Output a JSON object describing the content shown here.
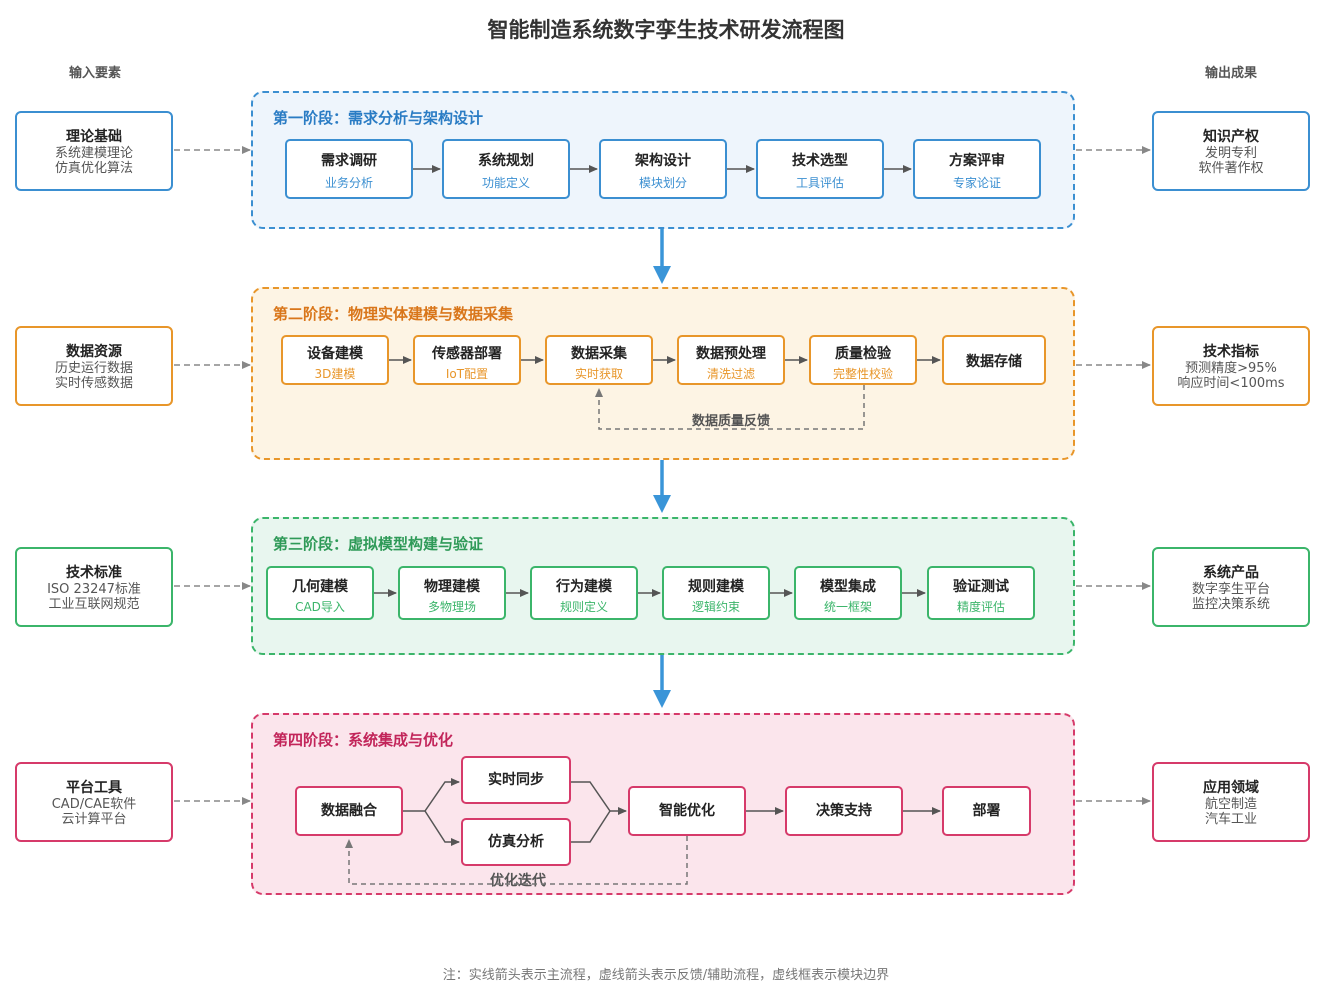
{
  "title": "智能制造系统数字孪生技术研发流程图",
  "input_header": "输入要素",
  "output_header": "输出成果",
  "inputs": [
    {
      "title": "理论基础",
      "lines": [
        "系统建模理论",
        "仿真优化算法"
      ]
    },
    {
      "title": "数据资源",
      "lines": [
        "历史运行数据",
        "实时传感数据"
      ]
    },
    {
      "title": "技术标准",
      "lines": [
        "ISO 23247标准",
        "工业互联网规范"
      ]
    },
    {
      "title": "平台工具",
      "lines": [
        "CAD/CAE软件",
        "云计算平台"
      ]
    }
  ],
  "outputs": [
    {
      "title": "知识产权",
      "lines": [
        "发明专利",
        "软件著作权"
      ]
    },
    {
      "title": "技术指标",
      "lines": [
        "预测精度>95%",
        "响应时间<100ms"
      ]
    },
    {
      "title": "系统产品",
      "lines": [
        "数字孪生平台",
        "监控决策系统"
      ]
    },
    {
      "title": "应用领域",
      "lines": [
        "航空制造",
        "汽车工业"
      ]
    }
  ],
  "stages": [
    {
      "title": "第一阶段：需求分析与架构设计",
      "color": "#3b8fd1",
      "bg": "#eef5fc",
      "nodes": [
        {
          "title": "需求调研",
          "sub": "业务分析"
        },
        {
          "title": "系统规划",
          "sub": "功能定义"
        },
        {
          "title": "架构设计",
          "sub": "模块划分"
        },
        {
          "title": "技术选型",
          "sub": "工具评估"
        },
        {
          "title": "方案评审",
          "sub": "专家论证"
        }
      ]
    },
    {
      "title": "第二阶段：物理实体建模与数据采集",
      "color": "#e8962a",
      "bg": "#fdf4e4",
      "nodes": [
        {
          "title": "设备建模",
          "sub": "3D建模"
        },
        {
          "title": "传感器部署",
          "sub": "IoT配置"
        },
        {
          "title": "数据采集",
          "sub": "实时获取"
        },
        {
          "title": "数据预处理",
          "sub": "清洗过滤"
        },
        {
          "title": "质量检验",
          "sub": "完整性校验"
        },
        {
          "title": "数据存储",
          "sub": ""
        }
      ],
      "feedback_label": "数据质量反馈"
    },
    {
      "title": "第三阶段：虚拟模型构建与验证",
      "color": "#3bb56a",
      "bg": "#e8f6ef",
      "nodes": [
        {
          "title": "几何建模",
          "sub": "CAD导入"
        },
        {
          "title": "物理建模",
          "sub": "多物理场"
        },
        {
          "title": "行为建模",
          "sub": "规则定义"
        },
        {
          "title": "规则建模",
          "sub": "逻辑约束"
        },
        {
          "title": "模型集成",
          "sub": "统一框架"
        },
        {
          "title": "验证测试",
          "sub": "精度评估"
        }
      ]
    },
    {
      "title": "第四阶段：系统集成与优化",
      "color": "#d63a6a",
      "bg": "#fbe5ec",
      "nodes": [
        {
          "title": "数据融合"
        },
        {
          "title": "实时同步"
        },
        {
          "title": "仿真分析"
        },
        {
          "title": "智能优化"
        },
        {
          "title": "决策支持"
        },
        {
          "title": "部署"
        }
      ],
      "feedback_label": "优化迭代"
    }
  ],
  "note": "注：实线箭头表示主流程，虚线箭头表示反馈/辅助流程，虚线框表示模块边界"
}
